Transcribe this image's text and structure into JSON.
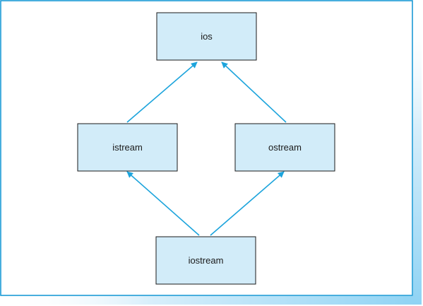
{
  "diagram": {
    "nodes": {
      "ios": {
        "label": "ios"
      },
      "istream": {
        "label": "istream"
      },
      "ostream": {
        "label": "ostream"
      },
      "iostream": {
        "label": "iostream"
      }
    },
    "colors": {
      "frame_border": "#1a9ad6",
      "frame_shadow": "#aee0f8",
      "node_fill": "#d2ecf9",
      "node_border": "#1a1a1a",
      "arrow": "#1ca4dc"
    }
  }
}
